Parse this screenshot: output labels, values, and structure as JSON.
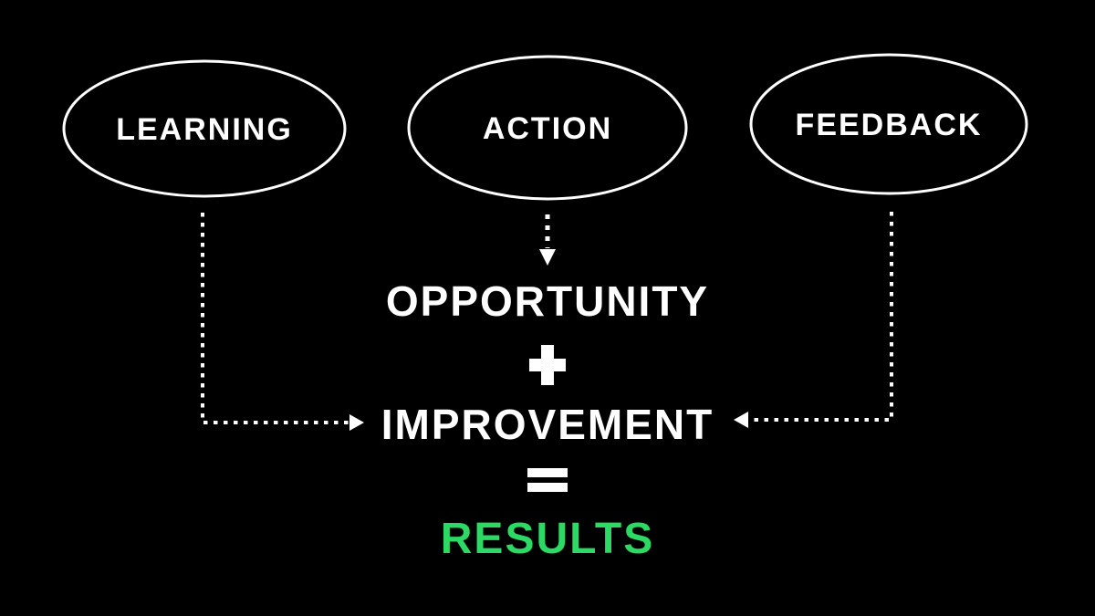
{
  "diagram": {
    "title": "Learning-Action-Feedback results diagram",
    "background_color": "#000000",
    "line_color": "#ffffff",
    "nodes": [
      {
        "label": "LEARNING"
      },
      {
        "label": "ACTION"
      },
      {
        "label": "FEEDBACK"
      }
    ],
    "equation": {
      "term1": "OPPORTUNITY",
      "plus_symbol": "+",
      "term2": "IMPROVEMENT",
      "equals_symbol": "=",
      "result": "RESULTS",
      "result_color": "#2CD964"
    }
  }
}
